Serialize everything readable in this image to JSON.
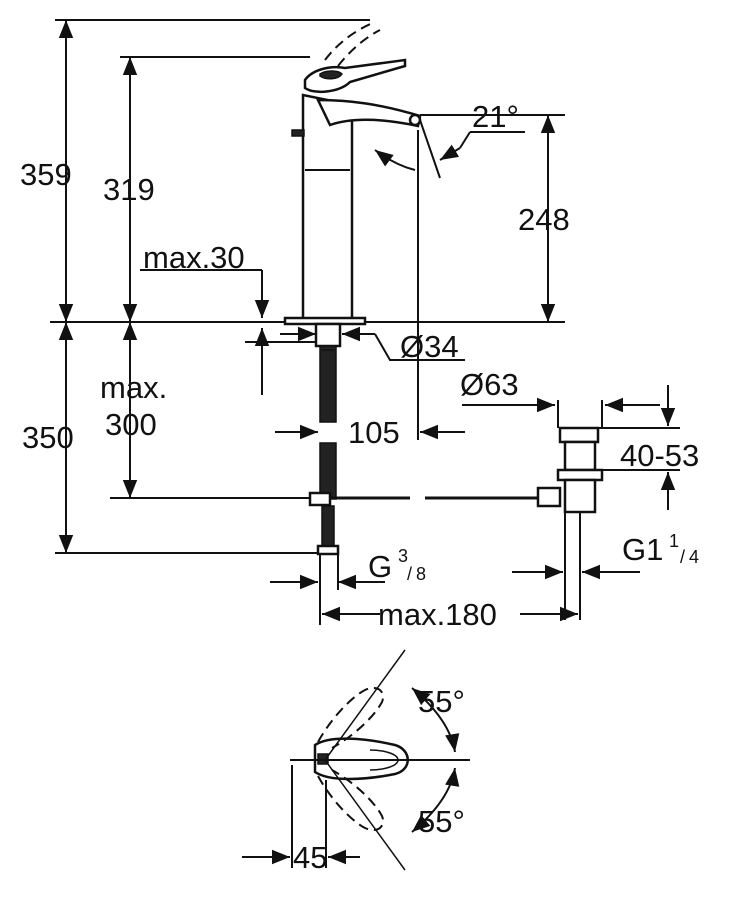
{
  "dimensions": {
    "total_height": "359",
    "spout_height": "319",
    "max_thickness": "max.30",
    "outlet_height": "248",
    "angle_spout": "21°",
    "hole_diameter": "Ø34",
    "waste_diameter": "Ø63",
    "projection": "105",
    "max_below_line1": "max.",
    "max_below_line2": "300",
    "below_height": "350",
    "waste_range": "40-53",
    "inlet_thread_main": "G",
    "inlet_thread_num": "3",
    "inlet_thread_den": "8",
    "waste_thread_main": "G1",
    "waste_thread_num": "1",
    "waste_thread_den": "4",
    "max_horizontal": "max.180",
    "lever_angle_top": "55°",
    "lever_angle_bottom": "55°",
    "lever_offset": "45"
  }
}
